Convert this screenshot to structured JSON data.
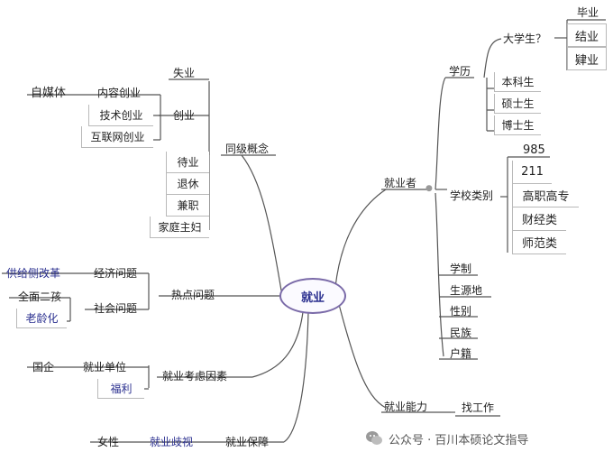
{
  "center": "就业",
  "watermark": {
    "text": "公众号 · 百川本硕论文指导"
  },
  "right": {
    "jiuyezhe": "就业者",
    "xueli": "学历",
    "daxuesheng": "大学生？",
    "biye": "毕业",
    "jieye": "结业",
    "siye": "肄业",
    "benkesheng": "本科生",
    "shuoshisheng": "硕士生",
    "boshisheng": "博士生",
    "xuexiaoleibie": "学校类别",
    "s985": "985",
    "s211": "211",
    "gaozhi": "高职高专",
    "caijing": "财经类",
    "shifan": "师范类",
    "xuezhi": "学制",
    "shengyuandi": "生源地",
    "xingbie": "性别",
    "minzu": "民族",
    "huji": "户籍",
    "jiuyenengli": "就业能力",
    "zhaogongzuo": "找工作"
  },
  "left": {
    "tongjigainian": "同级概念",
    "shiye": "失业",
    "chuangye": "创业",
    "neirong": "内容创业",
    "zimeiti": "自媒体",
    "jishu": "技术创业",
    "hulianwang": "互联网创业",
    "daiye": "待业",
    "tuixiu": "退休",
    "jianzhi": "兼职",
    "jiating": "家庭主妇",
    "redian": "热点问题",
    "jingji": "经济问题",
    "gongji": "供给侧改革",
    "shehui": "社会问题",
    "erhai": "全面二孩",
    "laoling": "老龄化",
    "kaolv": "就业考虑因素",
    "danwei": "就业单位",
    "guoqi": "国企",
    "fuli": "福利",
    "baozhang": "就业保障",
    "qishi": "就业歧视",
    "nvxing": "女性"
  }
}
